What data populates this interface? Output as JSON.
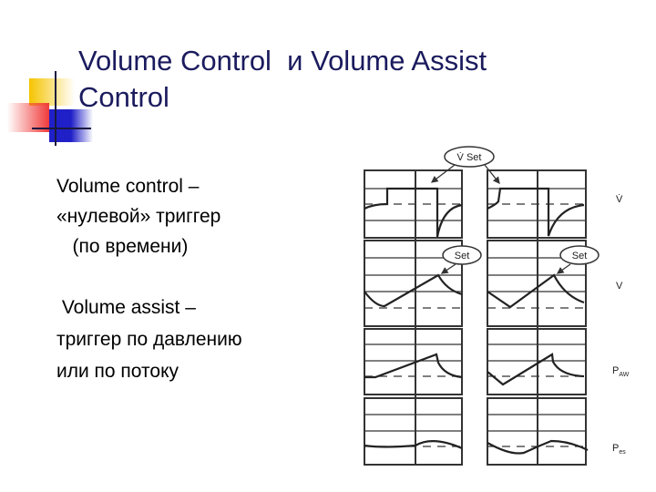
{
  "slide": {
    "title_line1": "Volume Control  и Volume Assist",
    "title_line2": "Control",
    "bullets": [
      {
        "lines": [
          "Volume control –",
          "«нулевой» триггер",
          "   (по времени)"
        ]
      },
      {
        "lines": [
          " Volume assist –",
          "триггер по давлению",
          "или по потоку"
        ]
      }
    ]
  },
  "diagram": {
    "callouts": {
      "flow_set": "V̇ Set",
      "volume_set_left": "Set",
      "volume_set_right": "Set"
    },
    "row_labels": {
      "flow": "V̇",
      "volume": "V",
      "paw_main": "P",
      "paw_sub": "AW",
      "pes_main": "P",
      "pes_sub": "es"
    }
  },
  "colors": {
    "title": "#1b1b5e",
    "logo_yellow": "#f5c400",
    "logo_red": "#f03a3a",
    "logo_blue": "#2020c8"
  }
}
